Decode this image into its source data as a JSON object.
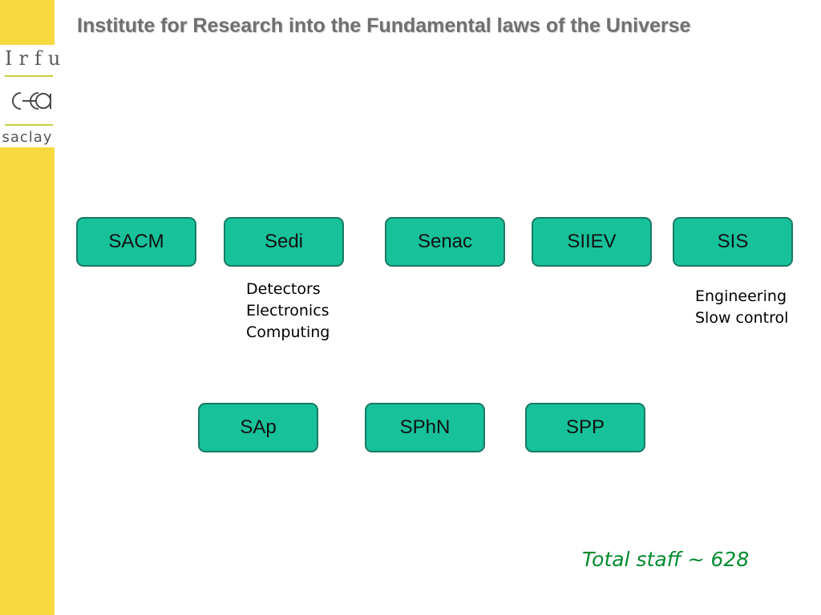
{
  "header": {
    "title": "Institute for Research into the Fundamental laws of the Universe"
  },
  "logo": {
    "irfu": "Irfu",
    "saclay": "saclay"
  },
  "units_row1": [
    {
      "label": "SACM"
    },
    {
      "label": "Sedi"
    },
    {
      "label": "Senac"
    },
    {
      "label": "SIIEV"
    },
    {
      "label": "SIS"
    }
  ],
  "units_row2": [
    {
      "label": "SAp"
    },
    {
      "label": "SPhN"
    },
    {
      "label": "SPP"
    }
  ],
  "sedi_desc": [
    "Detectors",
    "Electronics",
    "Computing"
  ],
  "sis_desc": [
    "Engineering",
    "Slow control"
  ],
  "footer": {
    "total_staff": "Total staff ~ 628"
  },
  "colors": {
    "sidebar": "#f7d83d",
    "box_fill": "#17c19a",
    "box_border": "#1a7a64",
    "total_text": "#008a2e",
    "title_text": "#707070"
  }
}
